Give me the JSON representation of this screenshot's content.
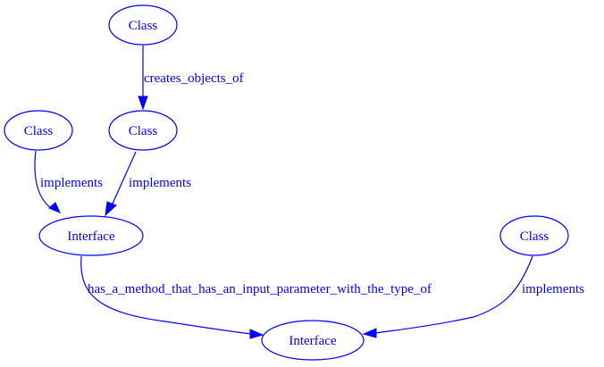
{
  "diagram": {
    "color": "#0000ff",
    "nodes": [
      {
        "id": "n1",
        "label": "Class"
      },
      {
        "id": "n2",
        "label": "Class"
      },
      {
        "id": "n3",
        "label": "Class"
      },
      {
        "id": "n4",
        "label": "Interface"
      },
      {
        "id": "n5",
        "label": "Class"
      },
      {
        "id": "n6",
        "label": "Interface"
      }
    ],
    "edges": [
      {
        "id": "e1",
        "from": "n1",
        "to": "n2",
        "label": "creates_objects_of"
      },
      {
        "id": "e2",
        "from": "n3",
        "to": "n4",
        "label": "implements"
      },
      {
        "id": "e3",
        "from": "n2",
        "to": "n4",
        "label": "implements"
      },
      {
        "id": "e4",
        "from": "n4",
        "to": "n6",
        "label": "has_a_method_that_has_an_input_parameter_with_the_type_of"
      },
      {
        "id": "e5",
        "from": "n5",
        "to": "n6",
        "label": "implements"
      }
    ]
  }
}
